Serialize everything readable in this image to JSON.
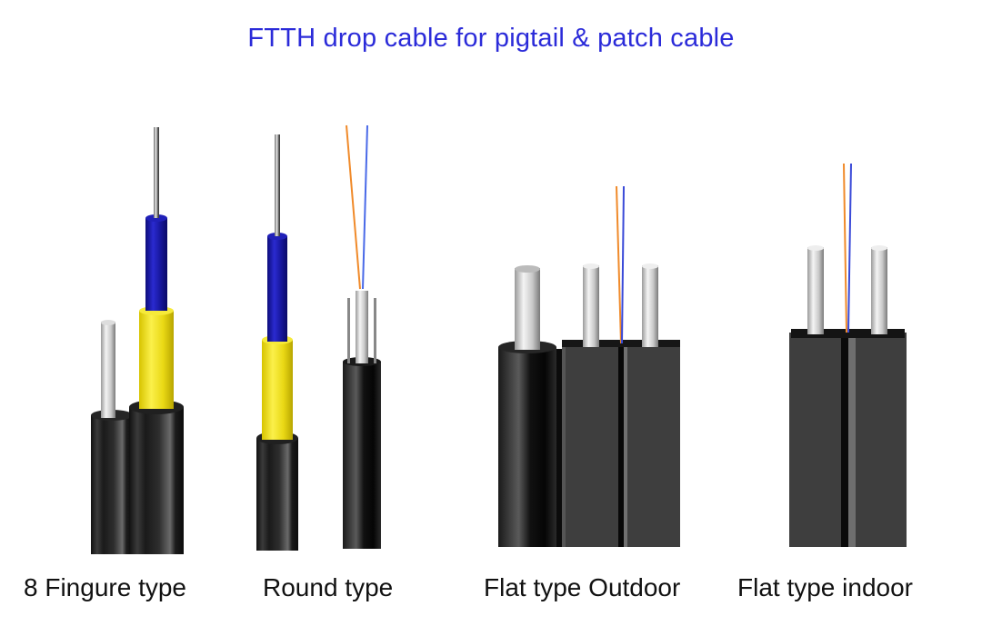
{
  "title": "FTTH drop cable for pigtail & patch cable",
  "colors": {
    "title": "#2b2bd9",
    "label": "#111111",
    "jacket_black": "#1e1e1e",
    "flat_jacket": "#3e3e3e",
    "tight_buffer_blue": "#1a1aa8",
    "kevlar_yellow": "#f2e51a",
    "steel_wire": "#cfcfcf",
    "fiber_orange": "#f08a2a",
    "fiber_blue": "#4a6ae8"
  },
  "cables": [
    {
      "id": "figure8",
      "label": "8 Fingure type",
      "icon": "figure-8-drop-cable-icon"
    },
    {
      "id": "round",
      "label": "Round type",
      "icon": "round-drop-cable-icon"
    },
    {
      "id": "flat-outdoor",
      "label": "Flat type Outdoor",
      "icon": "flat-outdoor-drop-cable-icon"
    },
    {
      "id": "flat-indoor",
      "label": "Flat type indoor",
      "icon": "flat-indoor-drop-cable-icon"
    }
  ]
}
